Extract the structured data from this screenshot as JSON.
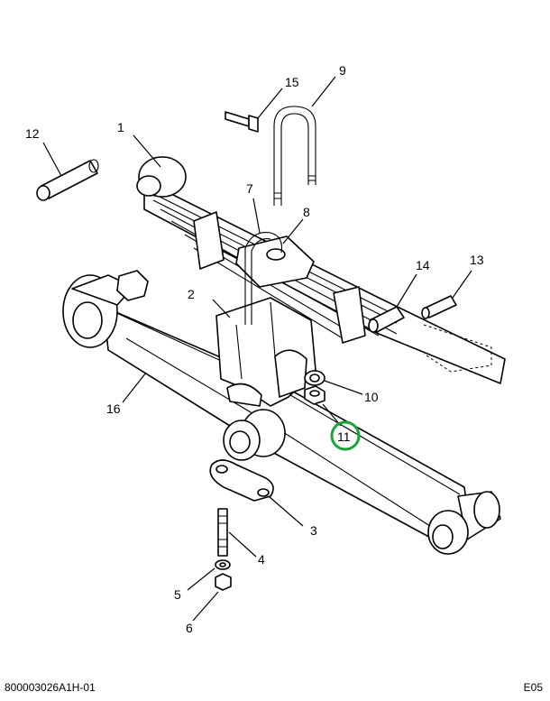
{
  "callouts": {
    "c1": "1",
    "c2": "2",
    "c3": "3",
    "c4": "4",
    "c5": "5",
    "c6": "6",
    "c7": "7",
    "c8": "8",
    "c9": "9",
    "c10": "10",
    "c11": "11",
    "c12": "12",
    "c13": "13",
    "c14": "14",
    "c15": "15",
    "c16": "16"
  },
  "highlight": {
    "callout": "11",
    "color": "#1aa33a"
  },
  "footer": {
    "drawing_number": "800003026A1H-01",
    "sheet_code": "E05"
  }
}
